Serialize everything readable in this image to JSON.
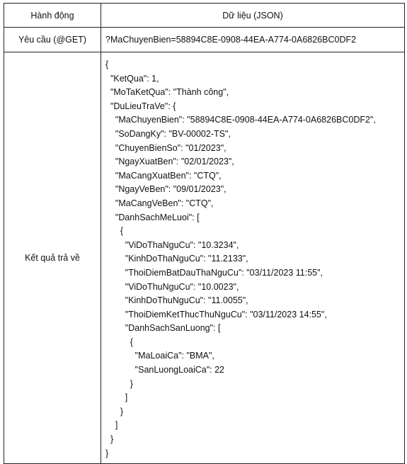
{
  "table": {
    "header": {
      "action": "Hành động",
      "data": "Dữ liệu (JSON)"
    },
    "request": {
      "label": "Yêu cầu (@GET)",
      "value": "?MaChuyenBien=58894C8E-0908-44EA-A774-0A6826BC0DF2"
    },
    "result": {
      "label": "Kết quả trả về",
      "lines": [
        "{",
        "  \"KetQua\": 1,",
        "  \"MoTaKetQua\": \"Thành công\",",
        "  \"DuLieuTraVe\": {",
        "    \"MaChuyenBien\": \"58894C8E-0908-44EA-A774-0A6826BC0DF2\",",
        "    \"SoDangKy\": \"BV-00002-TS\",",
        "    \"ChuyenBienSo\": \"01/2023\",",
        "    \"NgayXuatBen\": \"02/01/2023\",",
        "    \"MaCangXuatBen\": \"CTQ\",",
        "    \"NgayVeBen\": \"09/01/2023\",",
        "    \"MaCangVeBen\": \"CTQ\",",
        "    \"DanhSachMeLuoi\": [",
        "      {",
        "        \"ViDoThaNguCu\": \"10.3234\",",
        "        \"KinhDoThaNguCu\": \"11.2133\",",
        "        \"ThoiDiemBatDauThaNguCu\": \"03/11/2023 11:55\",",
        "        \"ViDoThuNguCu\": \"10.0023\",",
        "        \"KinhDoThuNguCu\": \"11.0055\",",
        "        \"ThoiDiemKetThucThuNguCu\": \"03/11/2023 14:55\",",
        "        \"DanhSachSanLuong\": [",
        "          {",
        "            \"MaLoaiCa\": \"BMA\",",
        "            \"SanLuongLoaiCa\": 22",
        "          }",
        "        ]",
        "      }",
        "    ]",
        "  }",
        "}"
      ]
    }
  }
}
